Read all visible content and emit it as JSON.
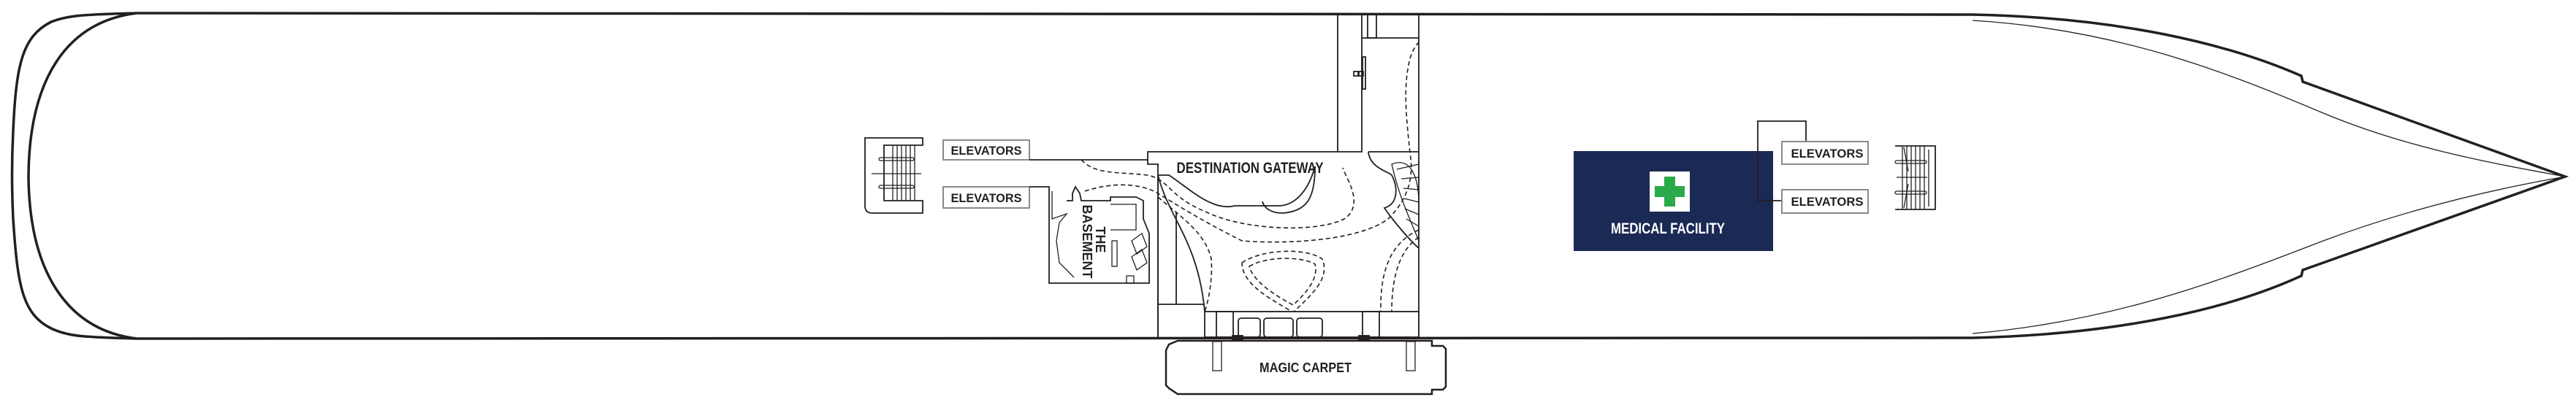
{
  "deck_plan": {
    "labels": {
      "elevators_aft_upper": "ELEVATORS",
      "elevators_aft_lower": "ELEVATORS",
      "destination_gateway": "DESTINATION GATEWAY",
      "the_basement_line1": "THE",
      "the_basement_line2": "BASEMENT",
      "magic_carpet": "MAGIC CARPET",
      "medical_facility": "MEDICAL FACILITY",
      "elevators_fwd_upper": "ELEVATORS",
      "elevators_fwd_lower": "ELEVATORS"
    },
    "colors": {
      "medical_fill": "#1b2955",
      "medical_cross": "#2aaa4a",
      "outline": "#231f20"
    },
    "icons": [
      "medical-cross-icon",
      "stairs-icon"
    ]
  }
}
